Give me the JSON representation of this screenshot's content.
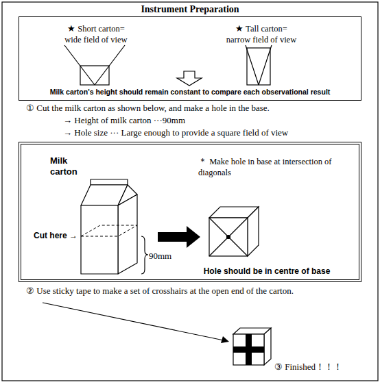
{
  "diagram": {
    "title": "Instrument Preparation",
    "nodes": [
      {
        "text": [
          "★ Short carton= wide field of view",
          "★ Tall carton= narrow field of view",
          "Milk carton's height should remain constant to compare each observational result"
        ]
      },
      {
        "text": [
          "Milk carton",
          "Cut here →",
          "90mm",
          "＊ Make hole in base at intersection of diagonals",
          "Hole should be in centre of base"
        ]
      }
    ],
    "labels": [
      "① Cut the milk carton as shown below, and make a hole in the base.",
      "→ Height of milk carton ···90mm",
      "→ Hole size ··· Large enough to provide a square field of view",
      "② Use sticky tape to make a set of crosshairs at the open end of the carton.",
      "③ Finished！！！"
    ]
  }
}
